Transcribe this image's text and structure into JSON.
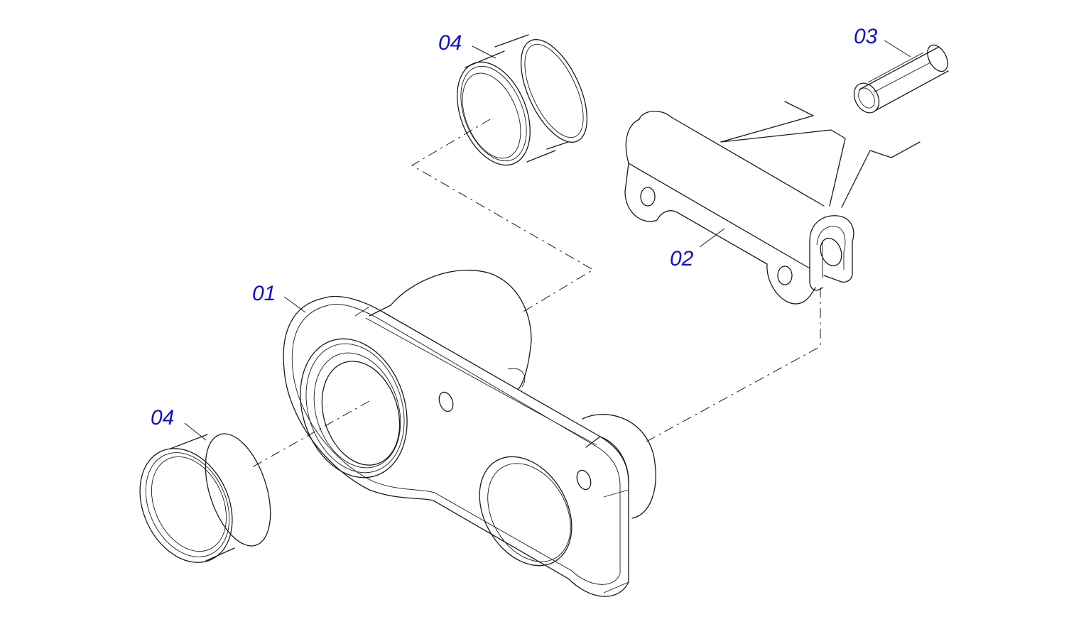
{
  "labels": {
    "part_01": "01",
    "part_02": "02",
    "part_03": "03",
    "part_04_top": "04",
    "part_04_left": "04"
  },
  "colors": {
    "label": "#1010c8",
    "line": "#1a1a1a",
    "background": "#ffffff"
  }
}
